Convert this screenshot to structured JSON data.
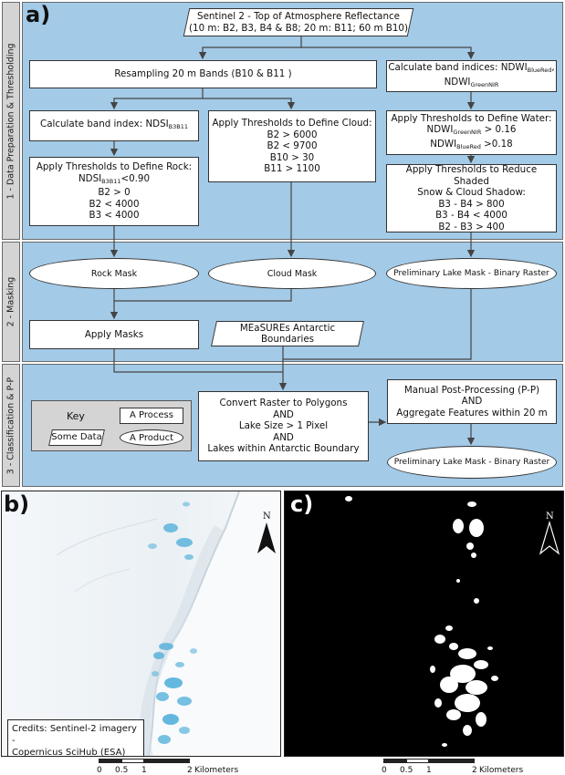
{
  "panel_a": {
    "label": "a)",
    "sections": [
      {
        "label": "1 - Data Preparation & Thresholding"
      },
      {
        "label": "2 - Masking"
      },
      {
        "label": "3 - Classification & P-P"
      }
    ],
    "top_box": {
      "line1": "Sentinel 2 - Top of Atmosphere Reflectance",
      "line2": "(10 m: B2, B3, B4 & B8; 20 m: B11; 60 m B10)"
    },
    "resample": "Resampling 20 m Bands (B10 & B11 )",
    "water_index": {
      "line1": "Calculate band indices: NDWI",
      "sub1": "BlueRed",
      "sep": ",",
      "line2": "NDWI",
      "sub2": "GreenNIR"
    },
    "ndsi": {
      "text": "Calculate band index: NDSI",
      "sub": "B3B11"
    },
    "cloud": {
      "title": "Apply Thresholds to Define Cloud:",
      "lines": [
        "B2 > 6000",
        "B2 < 9700",
        "B10 > 30",
        "B11 > 1100"
      ]
    },
    "water": {
      "title": "Apply Thresholds to Define Water:",
      "l1a": "NDWI",
      "l1sub": "GreenNIR",
      "l1b": " > 0.16",
      "l2a": "NDWI",
      "l2sub": "BlueRed",
      "l2b": " >0.18"
    },
    "rock": {
      "title": "Apply Thresholds to Define Rock:",
      "l1a": "NDSI",
      "l1sub": "B3B11",
      "l1b": "<0.90",
      "lines": [
        "B2 > 0",
        "B2 < 4000",
        "B3 < 4000"
      ]
    },
    "shade": {
      "title1": "Apply Thresholds to Reduce Shaded",
      "title2": "Snow & Cloud Shadow:",
      "lines": [
        "B3 - B4 > 800",
        "B3 - B4 < 4000",
        "B2 - B3 > 400"
      ]
    },
    "rock_mask": "Rock Mask",
    "cloud_mask": "Cloud Mask",
    "prelim_mask": "Preliminary Lake Mask - Binary Raster",
    "apply_masks": "Apply Masks",
    "measures": "MEaSUREs Antarctic Boundaries",
    "convert": {
      "lines": [
        "Convert Raster to Polygons",
        "AND",
        "Lake Size > 1 Pixel",
        "AND",
        "Lakes within Antarctic Boundary"
      ]
    },
    "manual": {
      "lines": [
        "Manual Post-Processing (P-P)",
        "AND",
        "Aggregate Features within 20 m"
      ]
    },
    "final_mask": "Preliminary Lake Mask - Binary Raster",
    "key": {
      "title": "Key",
      "process": "A Process",
      "data": "Some Data",
      "product": "A Product"
    }
  },
  "panel_b": {
    "label": "b)",
    "north": "N",
    "credits_line1": "Credits: Sentinel-2 imagery -",
    "credits_line2": "Copernicus SciHub (ESA)",
    "scale": {
      "ticks": [
        "0",
        "0.5",
        "1",
        "2"
      ],
      "unit": "Kilometers"
    }
  },
  "panel_c": {
    "label": "c)",
    "north": "N",
    "scale": {
      "ticks": [
        "0",
        "0.5",
        "1",
        "2"
      ],
      "unit": "Kilometers"
    }
  },
  "colors": {
    "band": "#a3cae7",
    "side": "#d4d4d4",
    "water": "#3fa7d6",
    "ice": "#eef4f8"
  }
}
